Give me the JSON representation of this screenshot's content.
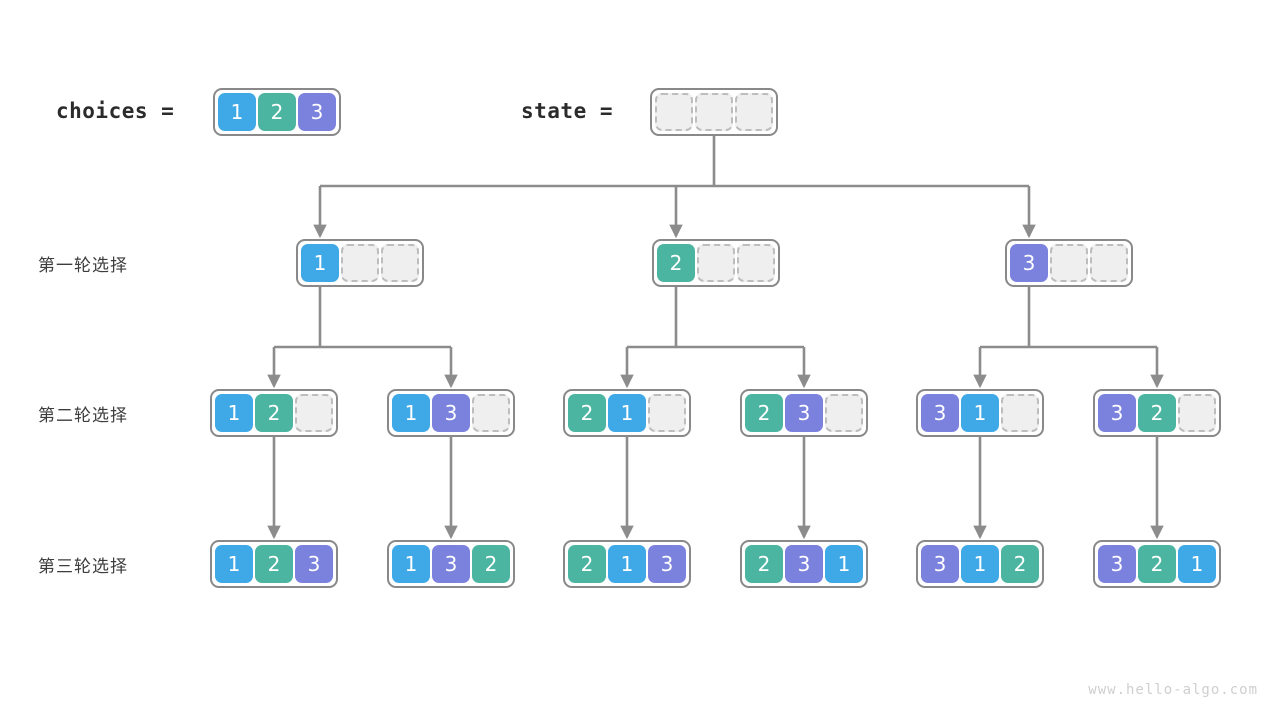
{
  "title": "Permutation backtracking tree",
  "colors": {
    "value_1": "#3fa9e8",
    "value_2": "#4cb5a1",
    "value_3": "#7b82de",
    "empty_fill": "#efefef",
    "empty_border": "#bdbdbd",
    "node_border": "#898989",
    "wire": "#8c8c8c",
    "text": "#3d3d3d",
    "watermark": "#cfcfcf"
  },
  "header": {
    "choices_label": "choices =",
    "choices_values": [
      "1",
      "2",
      "3"
    ],
    "state_label": "state =",
    "state_values": [
      "",
      "",
      ""
    ]
  },
  "row_labels": [
    "第一轮选择",
    "第二轮选择",
    "第三轮选择"
  ],
  "rows": [
    {
      "label": "第一轮选择",
      "nodes": [
        {
          "values": [
            "1",
            "",
            ""
          ]
        },
        {
          "values": [
            "2",
            "",
            ""
          ]
        },
        {
          "values": [
            "3",
            "",
            ""
          ]
        }
      ]
    },
    {
      "label": "第二轮选择",
      "nodes": [
        {
          "values": [
            "1",
            "2",
            ""
          ]
        },
        {
          "values": [
            "1",
            "3",
            ""
          ]
        },
        {
          "values": [
            "2",
            "1",
            ""
          ]
        },
        {
          "values": [
            "2",
            "3",
            ""
          ]
        },
        {
          "values": [
            "3",
            "1",
            ""
          ]
        },
        {
          "values": [
            "3",
            "2",
            ""
          ]
        }
      ]
    },
    {
      "label": "第三轮选择",
      "nodes": [
        {
          "values": [
            "1",
            "2",
            "3"
          ]
        },
        {
          "values": [
            "1",
            "3",
            "2"
          ]
        },
        {
          "values": [
            "2",
            "1",
            "3"
          ]
        },
        {
          "values": [
            "2",
            "3",
            "1"
          ]
        },
        {
          "values": [
            "3",
            "1",
            "2"
          ]
        },
        {
          "values": [
            "3",
            "2",
            "1"
          ]
        }
      ]
    }
  ],
  "watermark": "www.hello-algo.com"
}
